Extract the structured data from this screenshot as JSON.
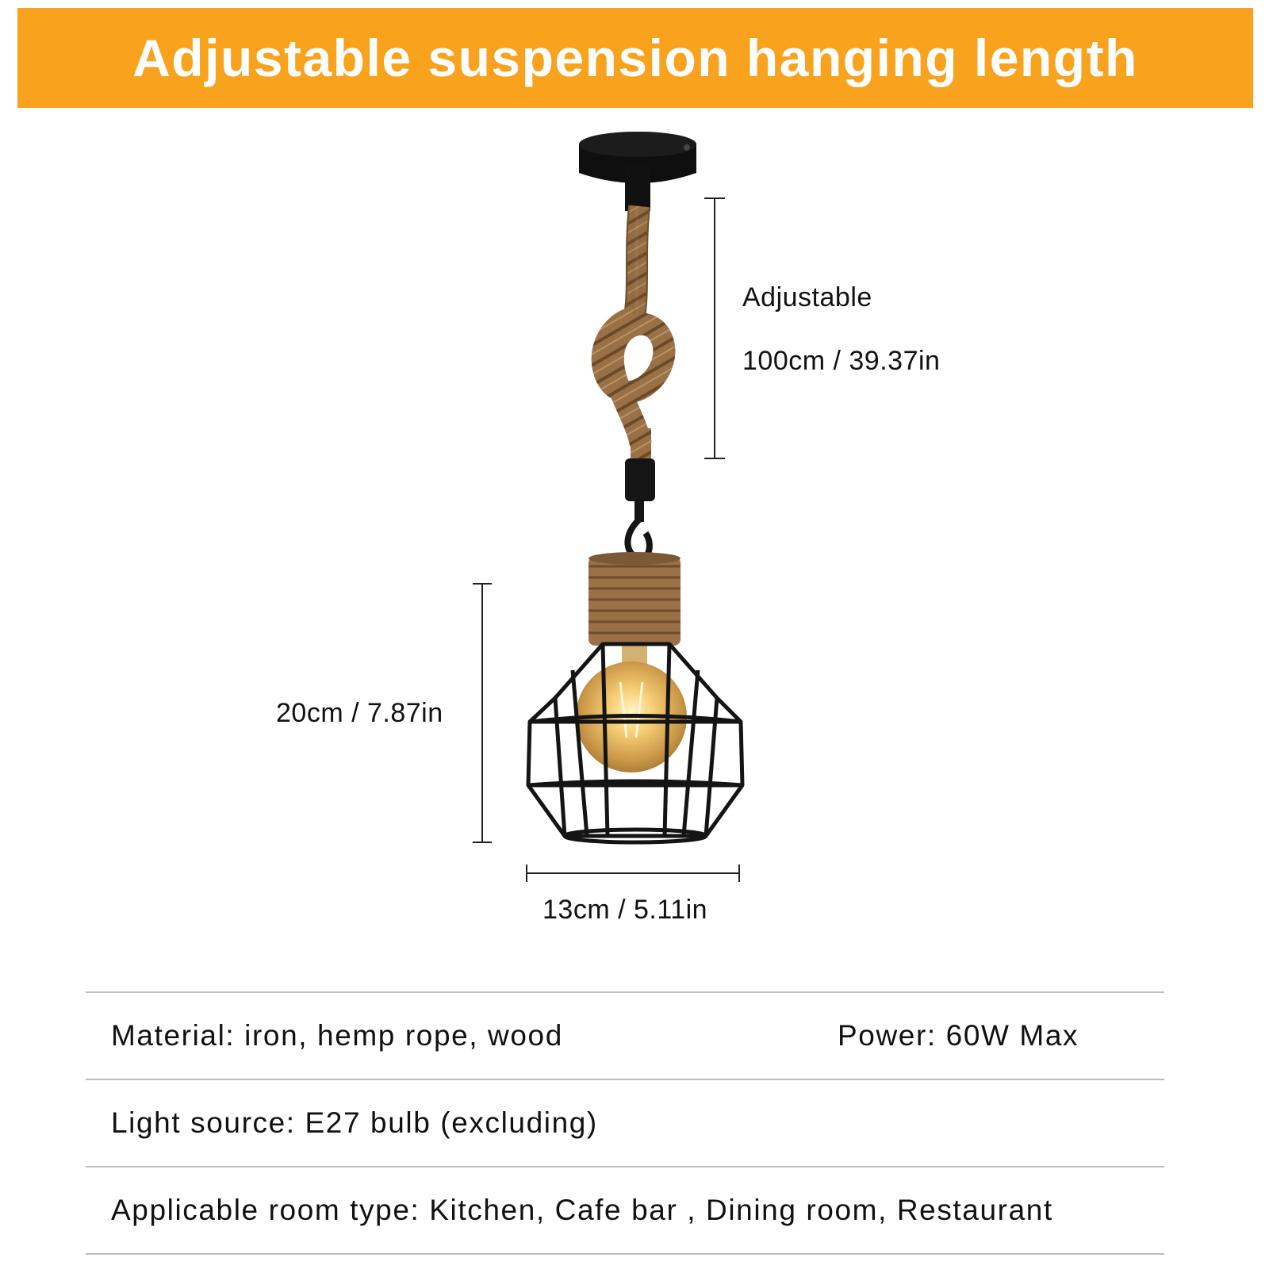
{
  "banner": {
    "title": "Adjustable suspension hanging length",
    "color": "#f8a21d"
  },
  "dimensions": {
    "adjustable_label": "Adjustable",
    "cord_length": "100cm / 39.37in",
    "height": "20cm / 7.87in",
    "width": "13cm / 5.11in"
  },
  "specs": {
    "material": "Material: iron, hemp rope, wood",
    "power": "Power: 60W Max",
    "light_source": "Light source: E27 bulb (excluding)",
    "room_type": "Applicable room type: Kitchen, Cafe bar , Dining room, Restaurant"
  },
  "colors": {
    "rope": "#9a7147",
    "metal": "#1a1a1a",
    "bulb_glow": "#f2c46b",
    "divider": "#bdbdbd"
  }
}
